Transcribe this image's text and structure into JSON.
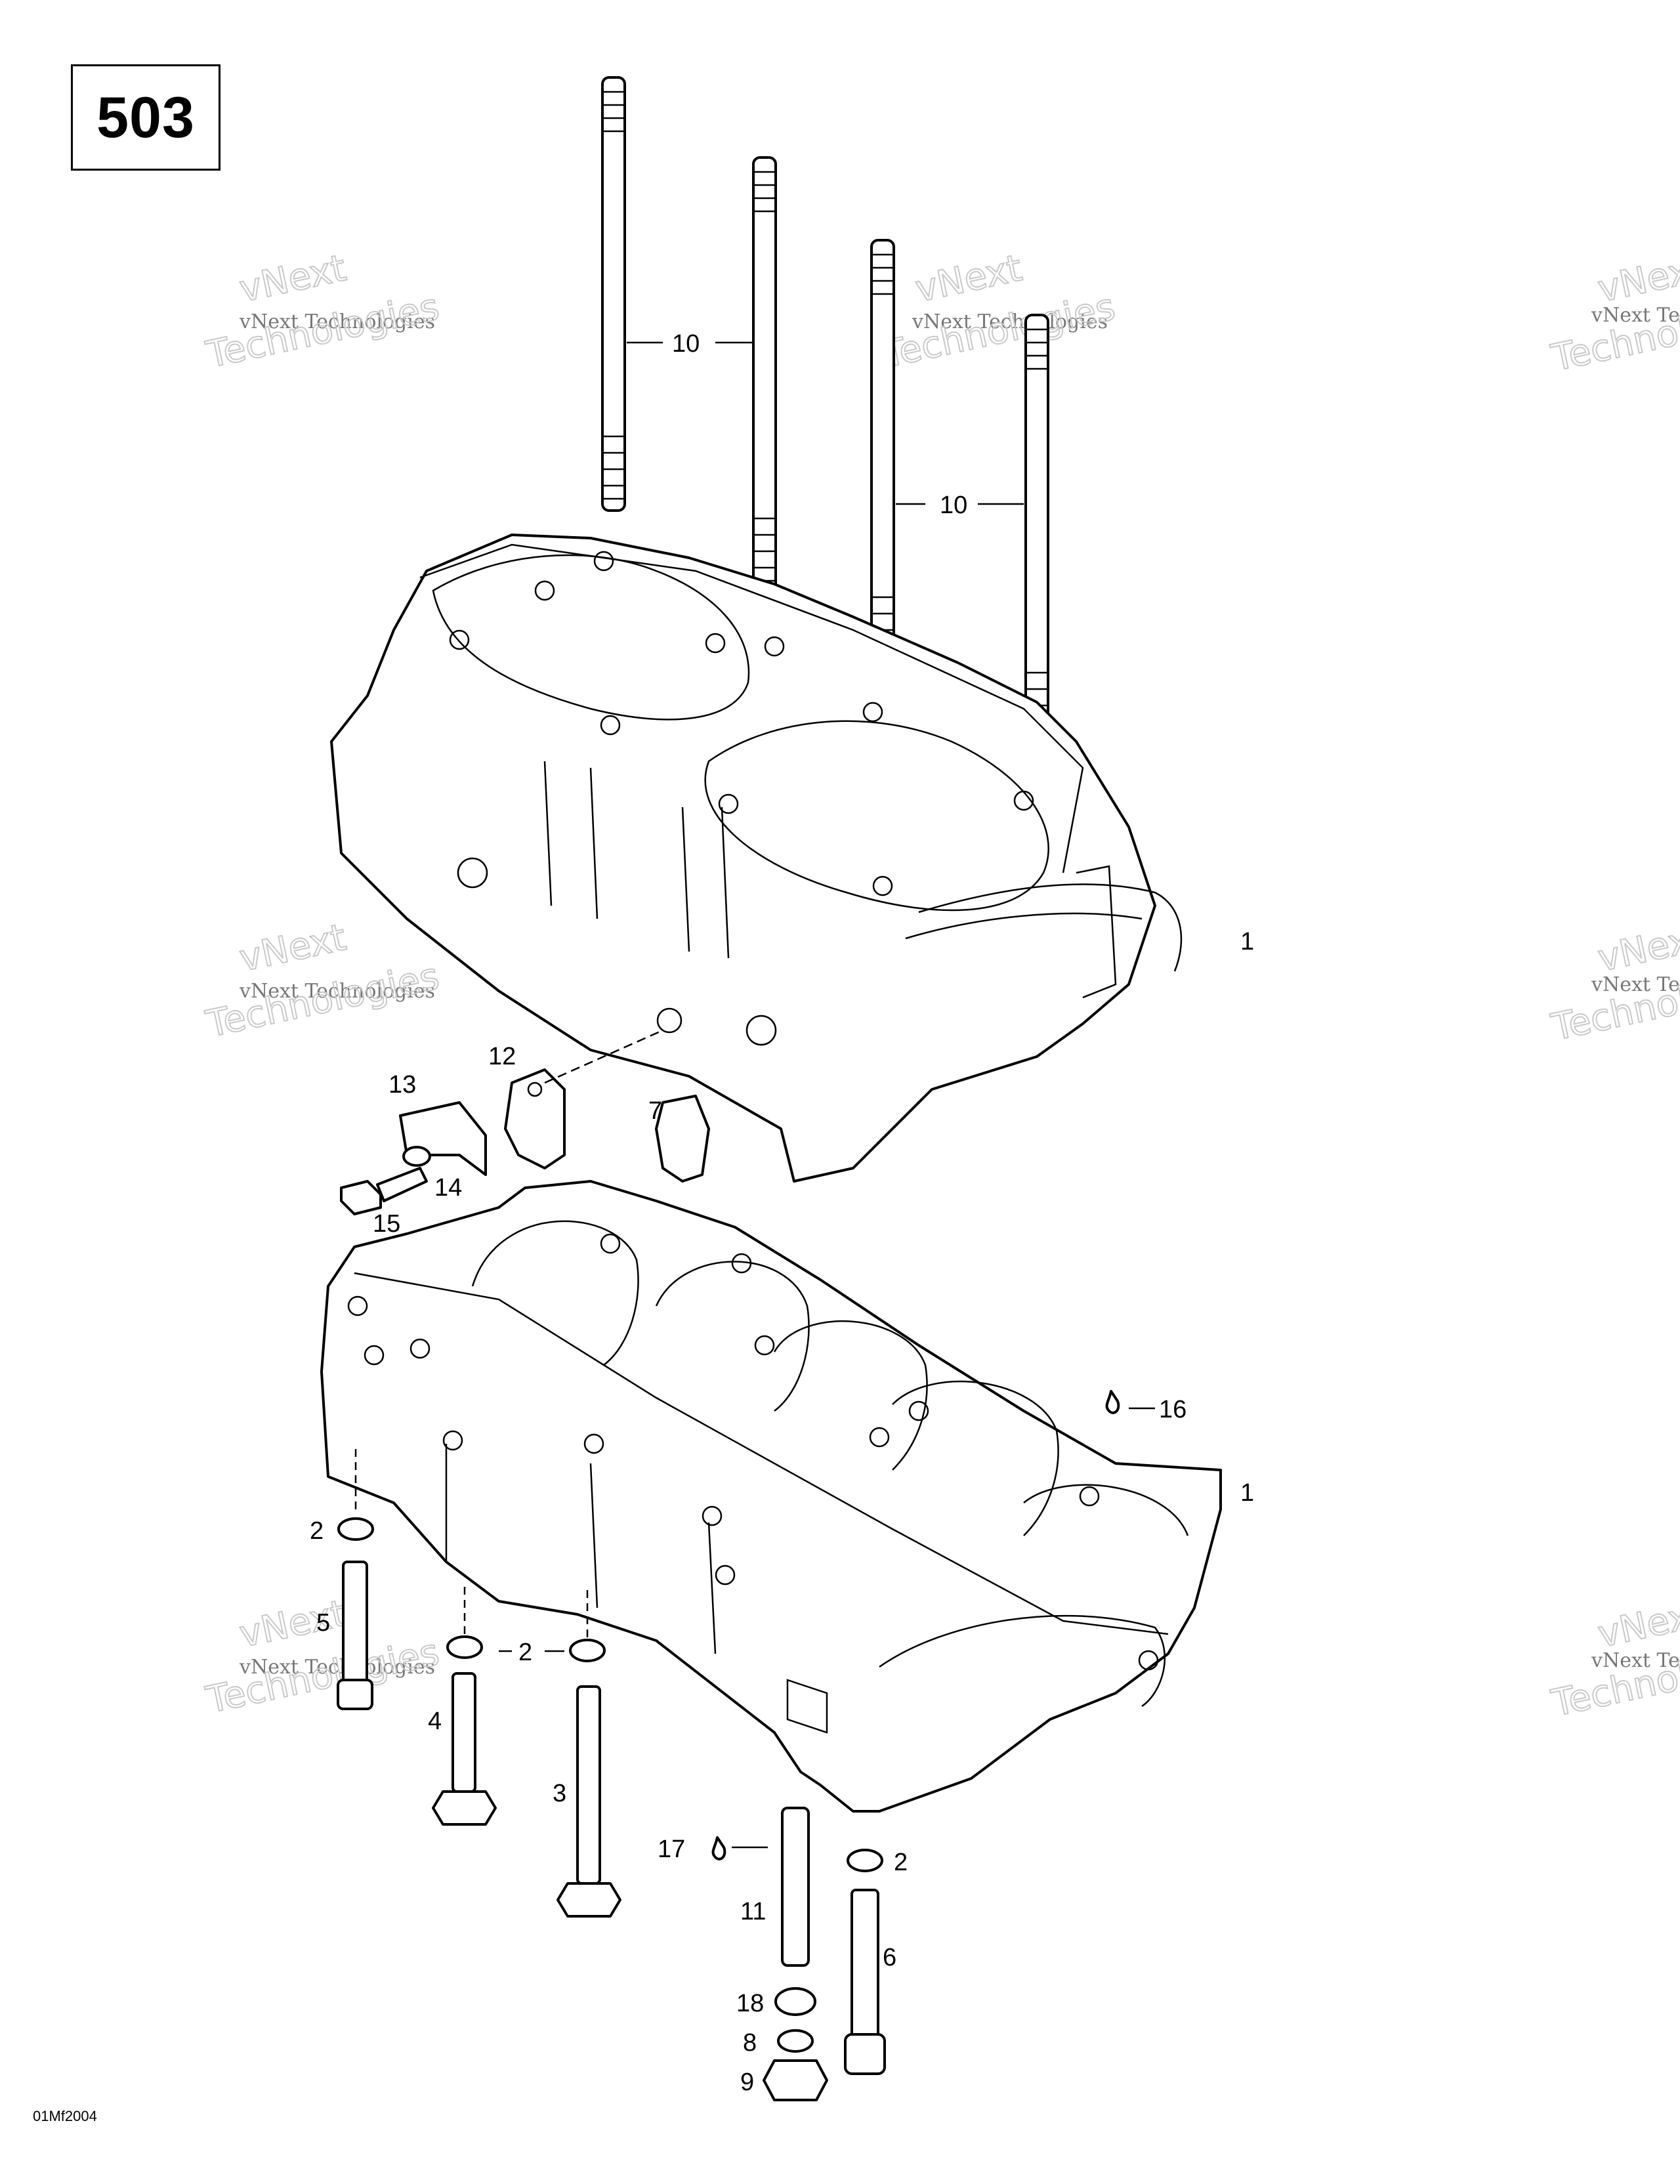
{
  "page_ref": "503",
  "drawing_code": "01Mf2004",
  "watermark": {
    "line1": "vNext",
    "line2": "vNext Technologies",
    "line3": "Technologies"
  },
  "callouts": {
    "c1_top": "1",
    "c1_bottom": "1",
    "c2_left": "2",
    "c2_mid": "2",
    "c2_right": "2",
    "c3": "3",
    "c4": "4",
    "c5": "5",
    "c6": "6",
    "c7": "7",
    "c8": "8",
    "c9": "9",
    "c10_left": "10",
    "c10_right": "10",
    "c11": "11",
    "c12": "12",
    "c13": "13",
    "c14": "14",
    "c15": "15",
    "c16": "16",
    "c17": "17",
    "c18": "18"
  }
}
